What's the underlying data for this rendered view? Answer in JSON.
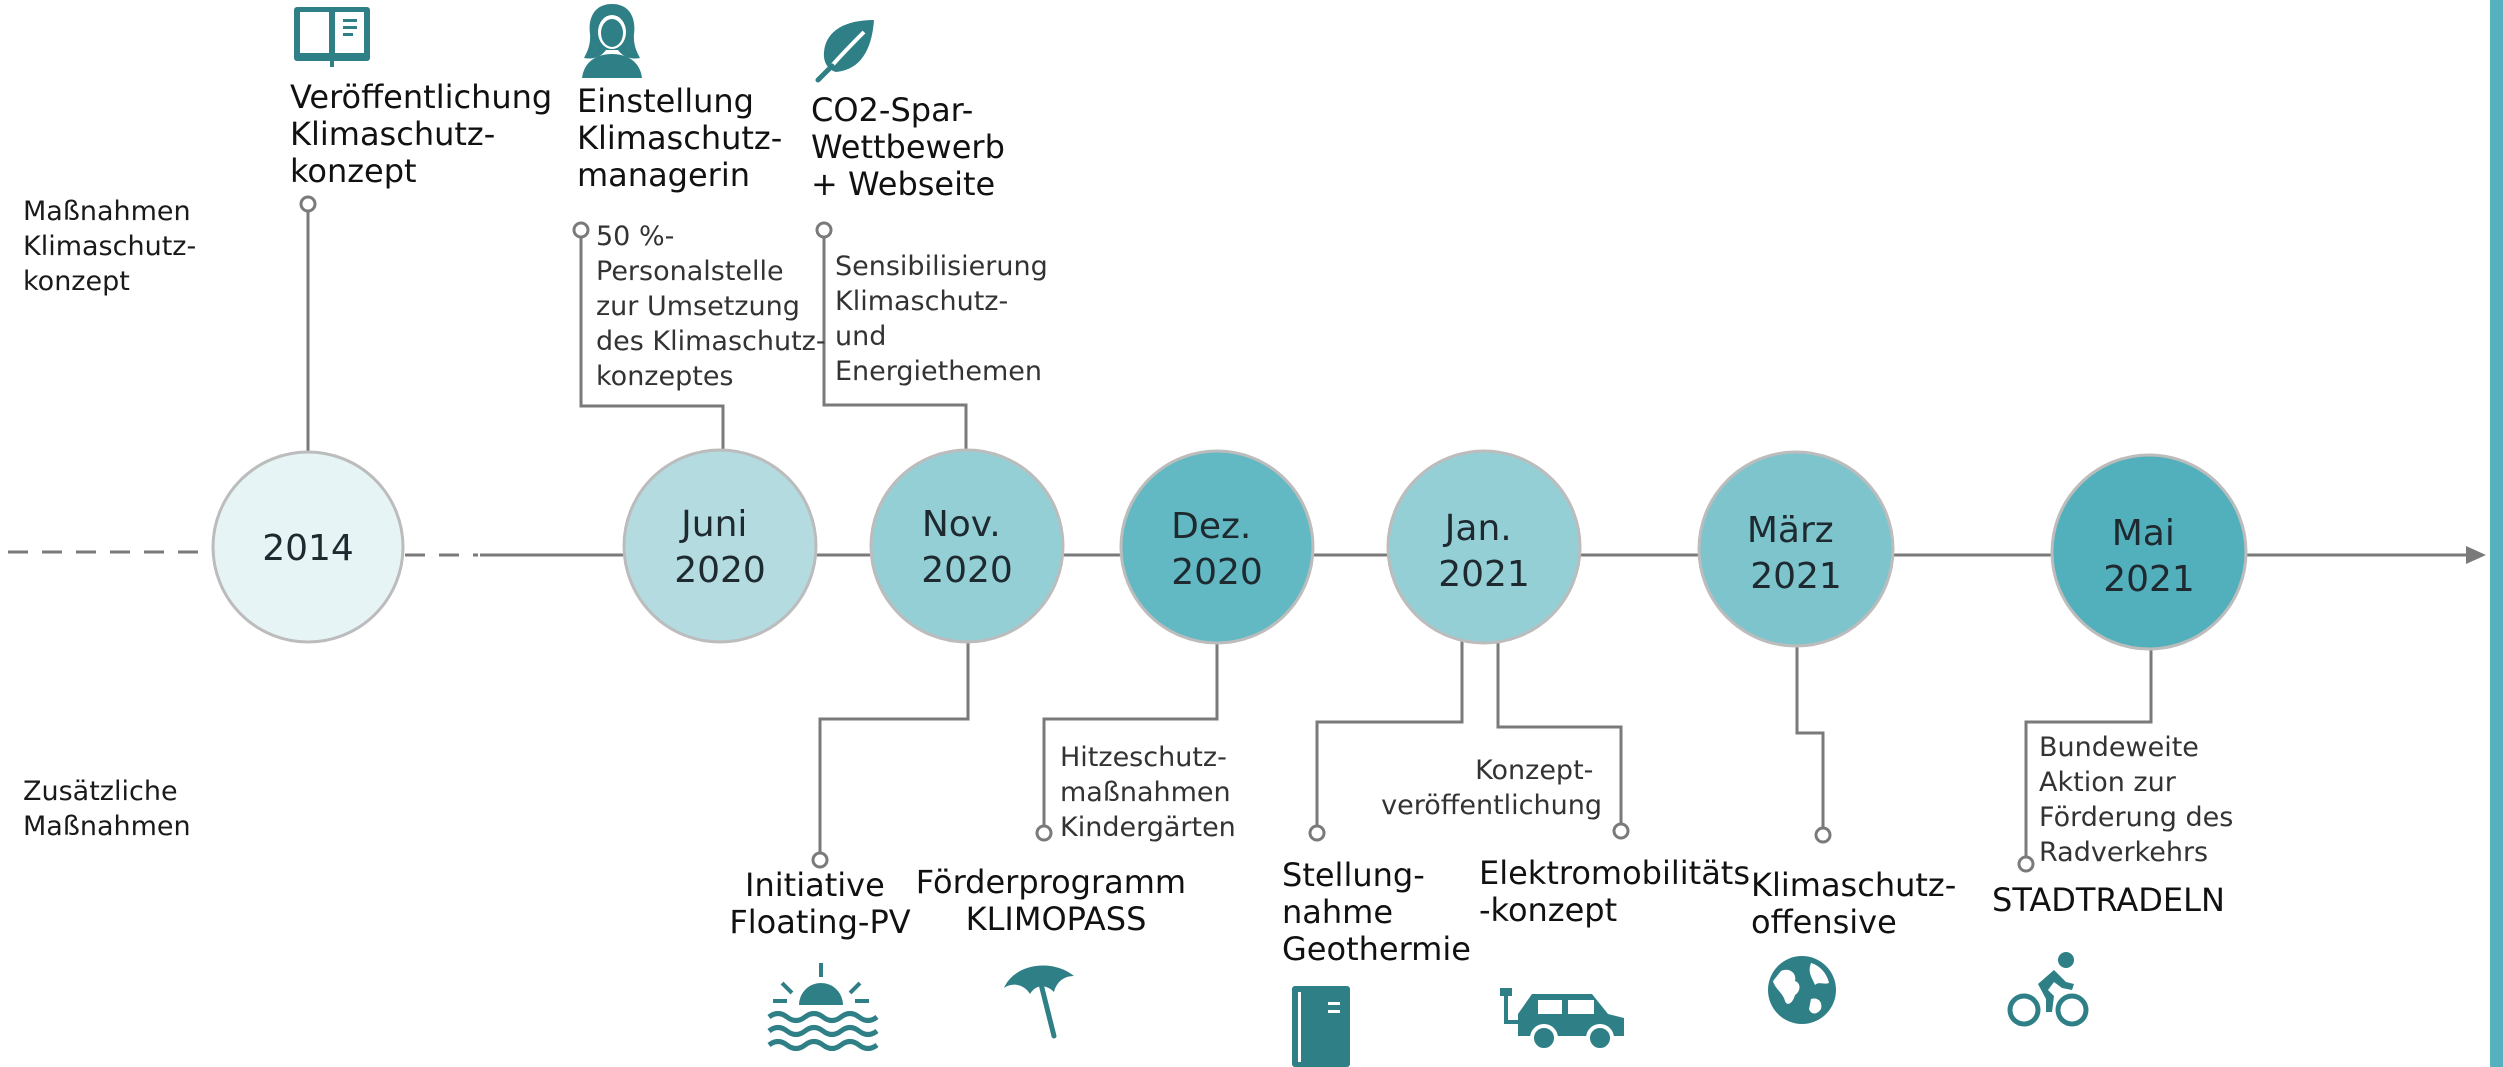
{
  "row_labels": {
    "top": [
      "Maßnahmen",
      "Klimaschutz-",
      "konzept"
    ],
    "bottom": [
      "Zusätzliche",
      "Maßnahmen"
    ]
  },
  "timeline": {
    "nodes": [
      {
        "id": "2014",
        "lines": [
          "2014"
        ],
        "color": "#e7f4f5"
      },
      {
        "id": "juni-2020",
        "lines": [
          "Juni",
          "2020"
        ],
        "color": "#b3dbe0"
      },
      {
        "id": "nov-2020",
        "lines": [
          "Nov.",
          "2020"
        ],
        "color": "#95cfd6"
      },
      {
        "id": "dez-2020",
        "lines": [
          "Dez.",
          "2020"
        ],
        "color": "#63b9c3"
      },
      {
        "id": "jan-2021",
        "lines": [
          "Jan.",
          "2021"
        ],
        "color": "#95cfd6"
      },
      {
        "id": "maerz-2021",
        "lines": [
          "März",
          "2021"
        ],
        "color": "#7ec4cd"
      },
      {
        "id": "mai-2021",
        "lines": [
          "Mai",
          "2021"
        ],
        "color": "#52b0bd"
      }
    ]
  },
  "top_events": [
    {
      "id": "veroeffentlichung",
      "icon": "open-book-icon",
      "title": [
        "Veröffentlichung",
        "Klimaschutz-",
        "konzept"
      ],
      "desc": []
    },
    {
      "id": "einstellung",
      "icon": "woman-avatar-icon",
      "title": [
        "Einstellung",
        "Klimaschutz-",
        "managerin"
      ],
      "desc": [
        "50 %-",
        "Personalstelle",
        "zur Umsetzung",
        "des Klimaschutz-",
        "konzeptes"
      ]
    },
    {
      "id": "co2-spar",
      "icon": "leaf-icon",
      "title": [
        "CO2-Spar-",
        "Wettbewerb",
        "+ Webseite"
      ],
      "desc": [
        "Sensibilisierung",
        "Klimaschutz-",
        "und",
        "Energiethemen"
      ]
    }
  ],
  "bottom_events": [
    {
      "id": "floating-pv",
      "icon": "sun-water-icon",
      "title": [
        "Initiative",
        "Floating-PV"
      ],
      "desc": []
    },
    {
      "id": "klimopass",
      "icon": "umbrella-icon",
      "title": [
        "Förderprogramm",
        "KLIMOPASS"
      ],
      "desc": [
        "Hitzeschutz-",
        "maßnahmen",
        "Kindergärten"
      ]
    },
    {
      "id": "geothermie",
      "icon": "document-icon",
      "title": [
        "Stellung-",
        "nahme",
        "Geothermie"
      ],
      "desc": []
    },
    {
      "id": "elektromobilitaet",
      "icon": "electric-car-icon",
      "title": [
        "Elektromobilitäts",
        "-konzept"
      ],
      "desc": [
        "Konzept-",
        "veröffentlichung"
      ]
    },
    {
      "id": "klimaschutzoffensive",
      "icon": "globe-icon",
      "title": [
        "Klimaschutz-",
        "offensive"
      ],
      "desc": []
    },
    {
      "id": "stadtradeln",
      "icon": "cyclist-icon",
      "title": [
        "STADTRADELN"
      ],
      "desc": [
        "Bundeweite",
        "Aktion zur",
        "Förderung des",
        "Radverkehrs"
      ]
    }
  ],
  "colors": {
    "accent": "#2f7f86",
    "line": "#7a7a7a",
    "right_bar": "#56b1bf"
  }
}
